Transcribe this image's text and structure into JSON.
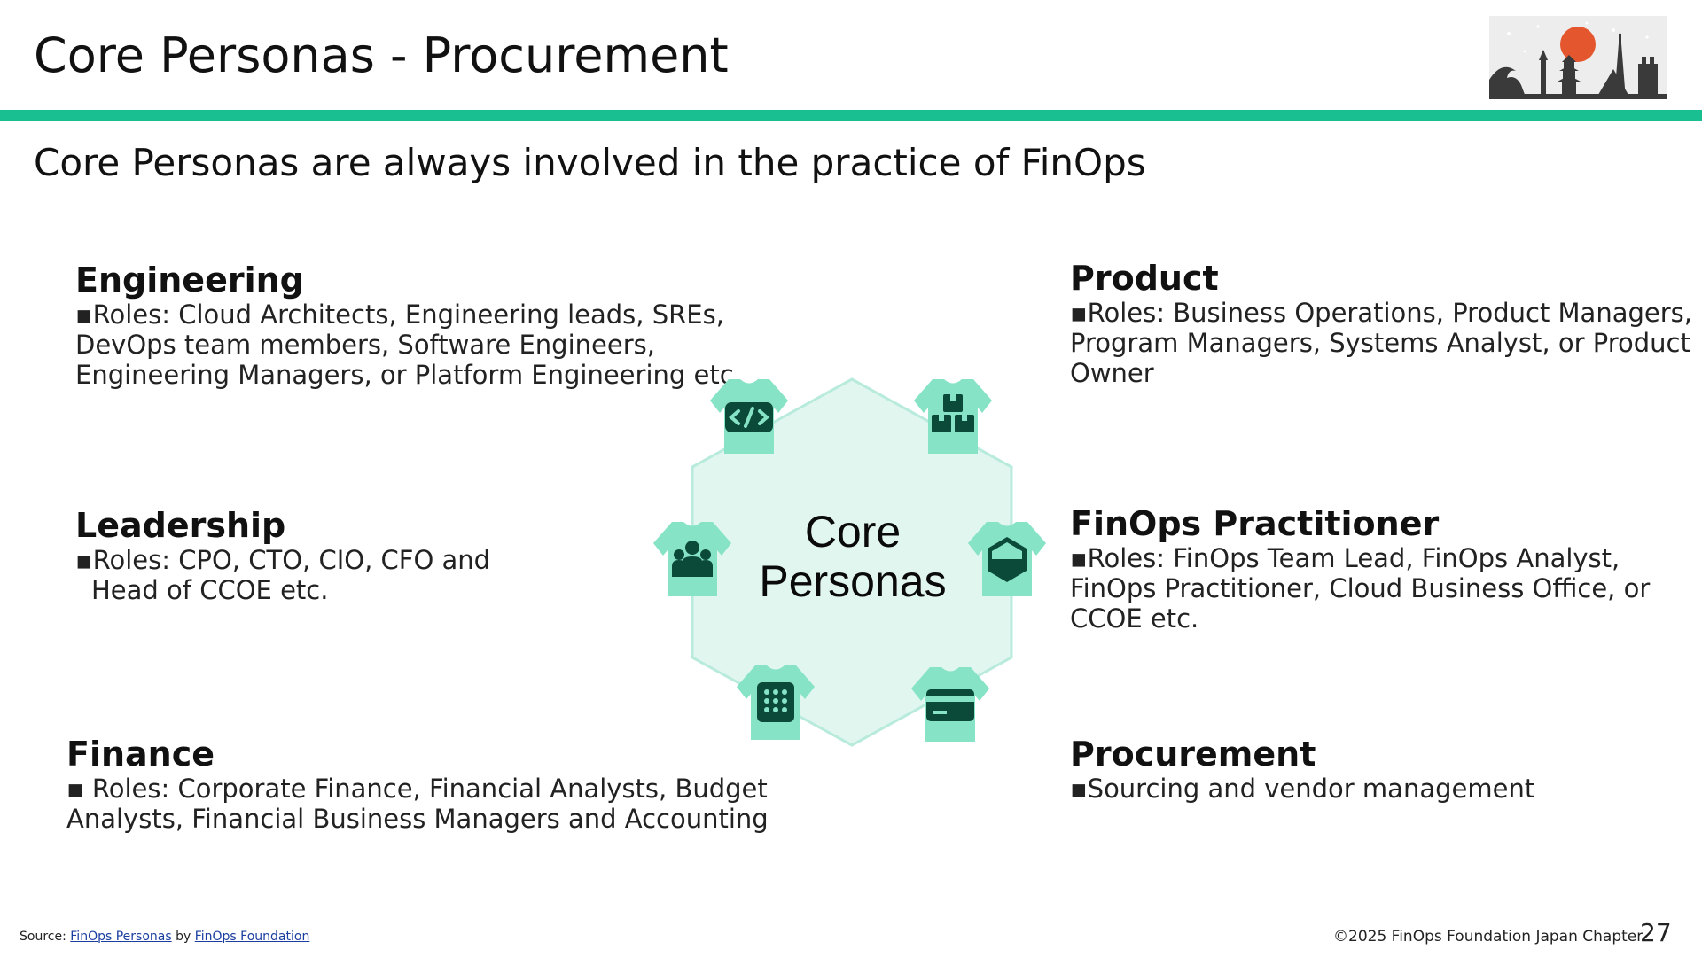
{
  "slide": {
    "title": "Core Personas - Procurement",
    "subtitle": "Core Personas are always involved in the practice of FinOps",
    "accent_color": "#1abf91",
    "hex_fill": "#e2f6f0",
    "hex_stroke": "#b8ebdc",
    "shirt_color": "#86e3c6",
    "icon_dark": "#0b4a39"
  },
  "center": {
    "line1": "Core",
    "line2": "Personas"
  },
  "personas": {
    "engineering": {
      "heading": "Engineering",
      "lines": [
        "▪Roles: Cloud Architects, Engineering leads, SREs,",
        "DevOps team members, Software Engineers,",
        "Engineering Managers, or Platform Engineering etc."
      ],
      "icon": "code-icon"
    },
    "product": {
      "heading": "Product",
      "lines": [
        "▪Roles: Business Operations, Product Managers,",
        "Program Managers, Systems Analyst, or Product",
        "Owner"
      ],
      "icon": "boxes-icon"
    },
    "leadership": {
      "heading": "Leadership",
      "lines": [
        "▪Roles: CPO, CTO, CIO, CFO and",
        "Head of CCOE etc."
      ],
      "icon": "team-icon"
    },
    "finops": {
      "heading": "FinOps Practitioner",
      "lines": [
        "▪Roles: FinOps Team Lead, FinOps Analyst,",
        "FinOps Practitioner, Cloud Business Office, or",
        "CCOE etc."
      ],
      "icon": "hexagon-icon"
    },
    "finance": {
      "heading": "Finance",
      "lines": [
        "▪ Roles: Corporate Finance, Financial Analysts, Budget",
        "Analysts, Financial Business Managers and Accounting"
      ],
      "icon": "calculator-icon"
    },
    "procurement": {
      "heading": "Procurement",
      "lines": [
        "▪Sourcing and vendor management"
      ],
      "icon": "credit-card-icon"
    }
  },
  "footer": {
    "source_prefix": "Source: ",
    "source_link": "FinOps Personas",
    "by": " by ",
    "org_link": "FinOps Foundation",
    "copyright": "©2025 FinOps Foundation Japan Chapter",
    "page": "27"
  }
}
